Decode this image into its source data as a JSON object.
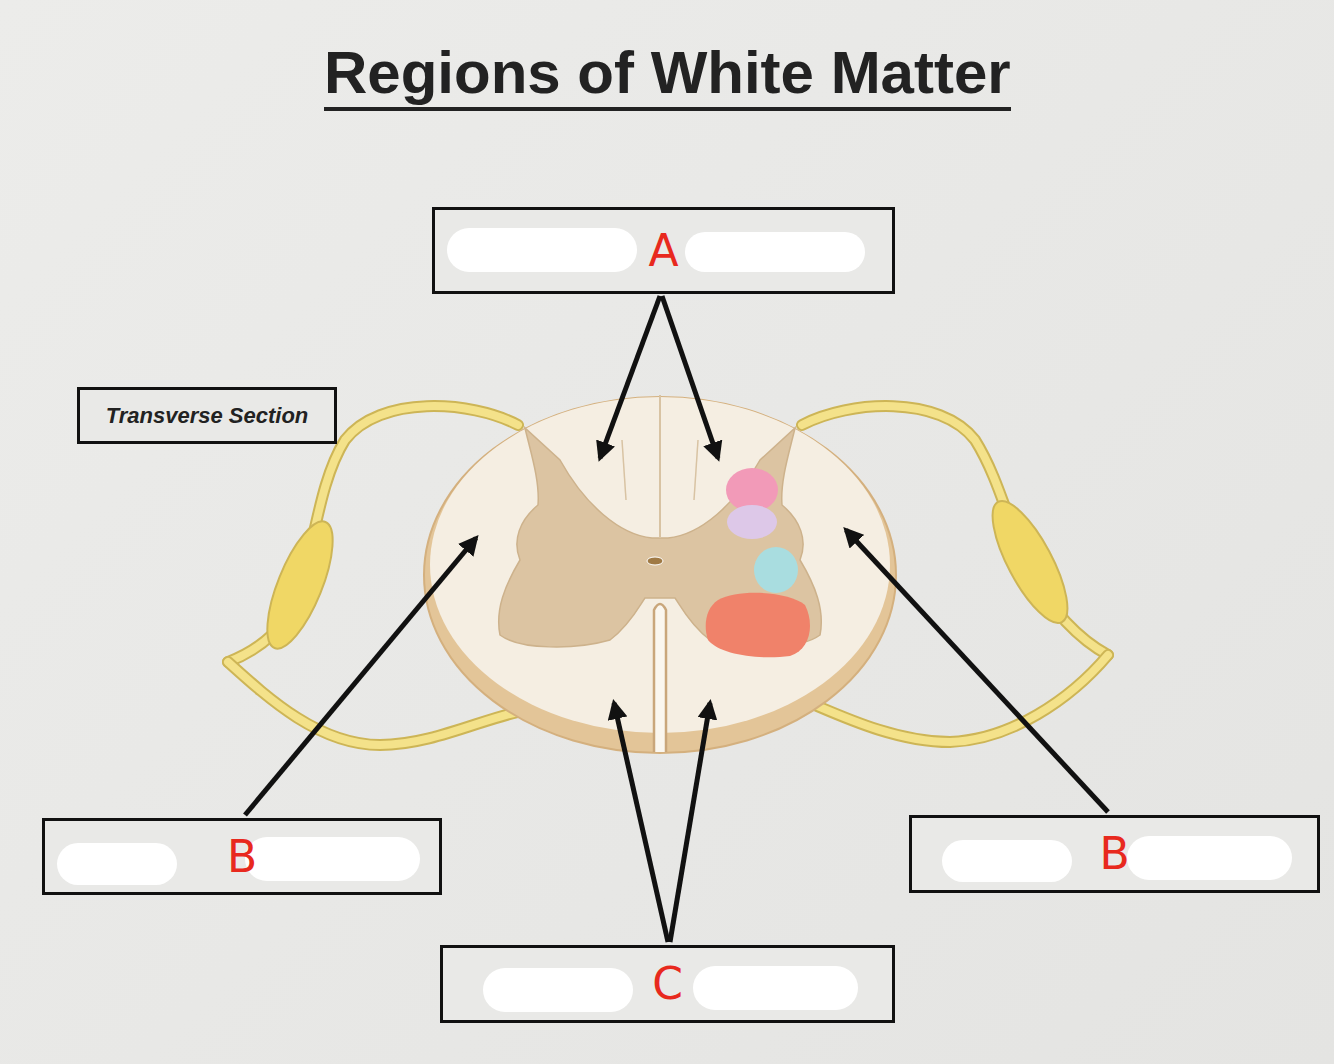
{
  "diagram": {
    "title": "Regions of White Matter",
    "nodes": [
      {
        "text": [
          "A"
        ]
      },
      {
        "text": [
          "Transverse Section"
        ]
      },
      {
        "text": [
          "B"
        ]
      },
      {
        "text": [
          "B"
        ]
      },
      {
        "text": [
          "C"
        ]
      }
    ]
  }
}
